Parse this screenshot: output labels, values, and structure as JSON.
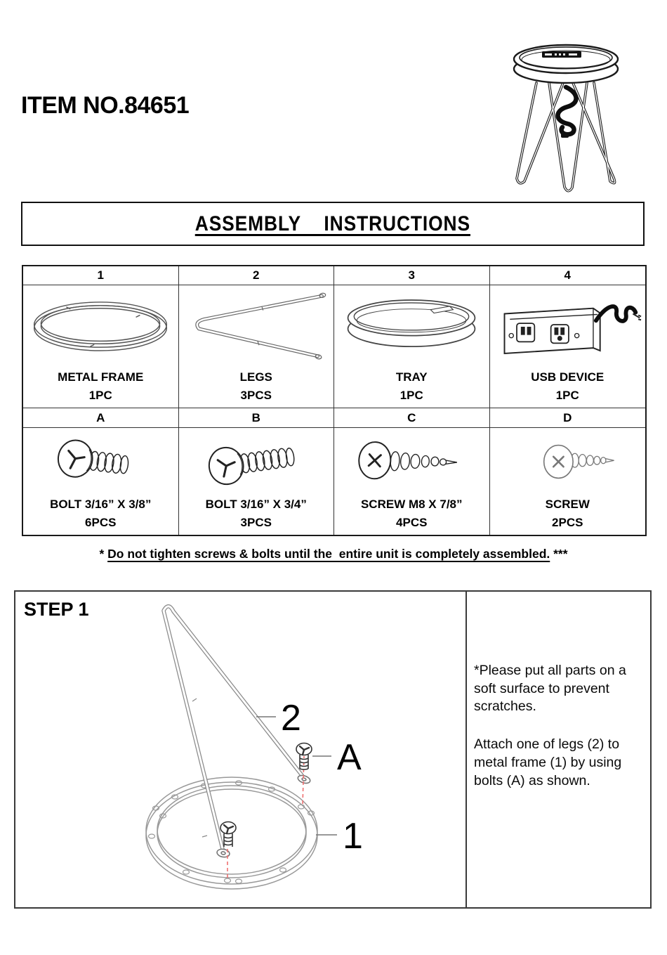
{
  "header": {
    "item_no": "ITEM NO.84651"
  },
  "title_box": {
    "title": "ASSEMBLY    INSTRUCTIONS"
  },
  "parts_table": {
    "number_headers": [
      "1",
      "2",
      "3",
      "4"
    ],
    "letter_headers": [
      "A",
      "B",
      "C",
      "D"
    ],
    "parts": [
      {
        "name": "METAL FRAME",
        "qty": "1PC",
        "icon": "metal-frame-icon"
      },
      {
        "name": "LEGS",
        "qty": "3PCS",
        "icon": "hairpin-leg-icon"
      },
      {
        "name": "TRAY",
        "qty": "1PC",
        "icon": "tray-icon"
      },
      {
        "name": "USB DEVICE",
        "qty": "1PC",
        "icon": "usb-device-icon"
      }
    ],
    "hardware": [
      {
        "name": "BOLT 3/16” X 3/8”",
        "qty": "6PCS",
        "icon": "bolt-short-icon"
      },
      {
        "name": "BOLT 3/16” X 3/4”",
        "qty": "3PCS",
        "icon": "bolt-long-icon"
      },
      {
        "name": "SCREW M8 X 7/8”",
        "qty": "4PCS",
        "icon": "screw-tapered-icon"
      },
      {
        "name": "SCREW",
        "qty": "2PCS",
        "icon": "screw-small-icon"
      }
    ]
  },
  "note": {
    "prefix": "* ",
    "underlined": "Do not tighten screws & bolts until the  entire unit is completely assembled.",
    "suffix": " ***"
  },
  "step1": {
    "title": "STEP 1",
    "callout_leg": "2",
    "callout_bolt": "A",
    "callout_frame": "1",
    "tip": "*Please put all parts on a soft surface to prevent scratches.",
    "instruction": "Attach one of legs (2) to metal frame (1) by using bolts (A) as shown."
  },
  "colors": {
    "ink": "#000000",
    "line_art": "#555555",
    "insert_guide_red": "#f07070"
  }
}
